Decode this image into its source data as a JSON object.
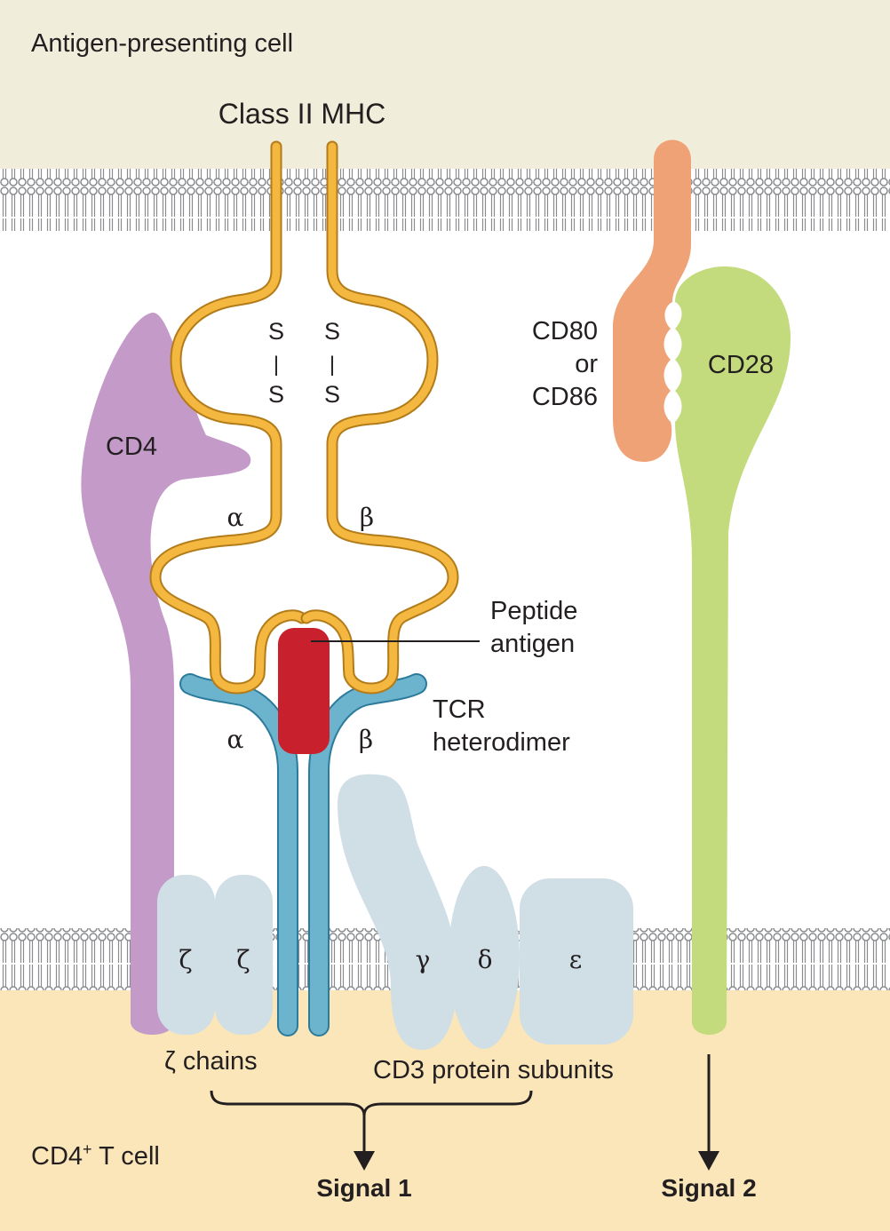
{
  "regions": {
    "apc_label": "Antigen-presenting cell",
    "tcell_label_main": "CD4",
    "tcell_label_sup": "+",
    "tcell_label_rest": " T cell"
  },
  "labels": {
    "mhc": "Class II MHC",
    "cd4": "CD4",
    "cd80_line1": "CD80",
    "cd80_line2": "or",
    "cd80_line3": "CD86",
    "cd28": "CD28",
    "peptide_line1": "Peptide",
    "peptide_line2": "antigen",
    "tcr_line1": "TCR",
    "tcr_line2": "heterodimer",
    "zeta_chains": "ζ chains",
    "cd3": "CD3 protein subunits",
    "signal1": "Signal 1",
    "signal2": "Signal 2",
    "s": "S",
    "bar": "|"
  },
  "greek": {
    "mhc_alpha": "α",
    "mhc_beta": "β",
    "tcr_alpha": "α",
    "tcr_beta": "β",
    "zeta1": "ζ",
    "zeta2": "ζ",
    "gamma": "γ",
    "delta": "δ",
    "epsilon": "ε"
  },
  "colors": {
    "apc_bg": "#f1eddb",
    "tcell_bg": "#fae6b9",
    "mhc": "#f4b73f",
    "tcr": "#6cb3cd",
    "peptide": "#c8202d",
    "cd4": "#c49ac9",
    "cd80": "#f0a277",
    "cd28": "#c3db7d",
    "cd3": "#d0dee6",
    "membrane": "#a7a9ac"
  }
}
